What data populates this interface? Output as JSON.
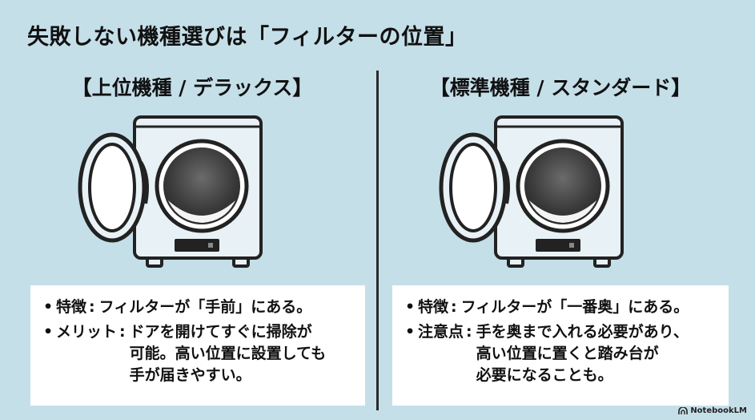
{
  "title": "失敗しない機種選びは「フィルターの位置」",
  "left": {
    "heading": "【上位機種 / デラックス】",
    "items": [
      {
        "label": "特徴",
        "value": "フィルターが「手前」にある。"
      },
      {
        "label": "メリット",
        "value": "ドアを開けてすぐに掃除が\n可能。高い位置に設置しても\n手が届きやすい。"
      }
    ]
  },
  "right": {
    "heading": "【標準機種 / スタンダード】",
    "items": [
      {
        "label": "特徴",
        "value": "フィルターが「一番奥」にある。"
      },
      {
        "label": "注意点",
        "value": "手を奥まで入れる必要があり、\n高い位置に置くと踏み台が\n必要になることも。"
      }
    ]
  },
  "brand": "NotebookLM",
  "icons": {
    "washer": "dryer-icon",
    "bullet": "bullet-dot",
    "brand": "notebooklm-logo-icon"
  },
  "colors": {
    "background": "#c5dfe9",
    "card": "#ffffff",
    "text": "#111111"
  }
}
